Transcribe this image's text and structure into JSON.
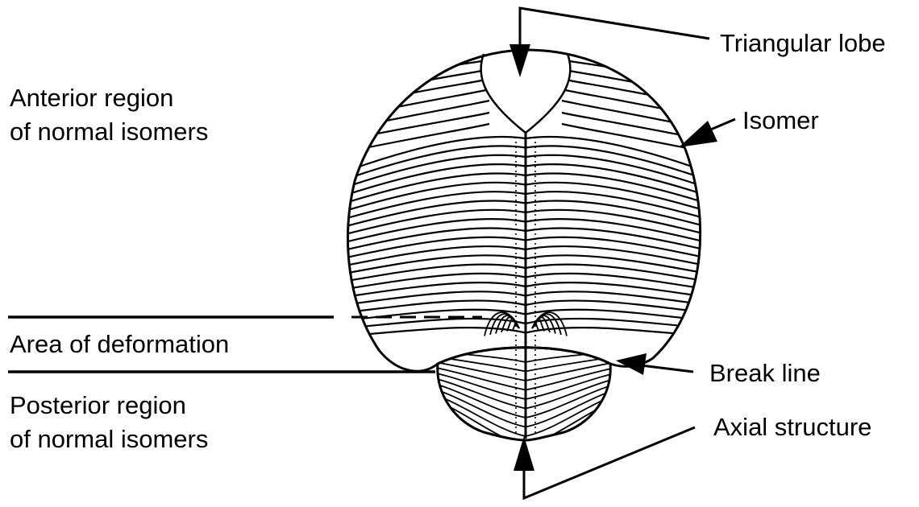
{
  "labels": {
    "anterior_line1": "Anterior region",
    "anterior_line2": "of normal isomers",
    "area_of_deformation": "Area of deformation",
    "posterior_line1": "Posterior region",
    "posterior_line2": "of normal isomers",
    "triangular_lobe": "Triangular lobe",
    "isomer": "Isomer",
    "break_line": "Break line",
    "axial_structure": "Axial structure"
  },
  "colors": {
    "ink": "#000000",
    "background": "#ffffff"
  }
}
